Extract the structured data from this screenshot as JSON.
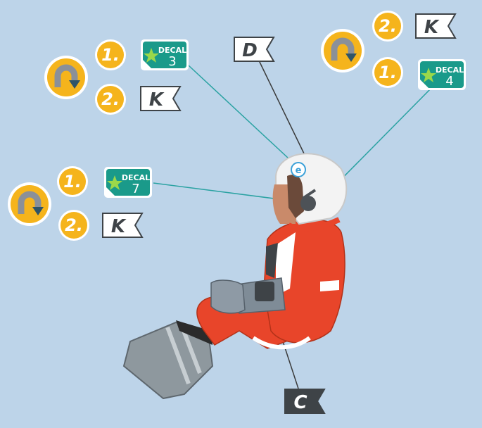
{
  "colors": {
    "background": "#bdd4e9",
    "step_circle": "#f5b41c",
    "step_ring": "#ffffff",
    "decal_badge": "#1a9a8a",
    "decal_star": "#9bd84a",
    "leader_teal": "#2aa2a2",
    "leader_dark": "#3a3a3a",
    "flag_light": "#ffffff",
    "flag_dark": "#3e4347",
    "suit_orange": "#e8452a",
    "glove_gray": "#7f8c97",
    "helmet_white": "#f3f3f3"
  },
  "flags": {
    "top": "D",
    "bottom": "C"
  },
  "groups": {
    "top_left": {
      "step1": "1.",
      "step2": "2.",
      "decal_word": "DECAL",
      "decal_num": "3",
      "flag": "K",
      "rotate_icon": "rotate-cw-icon"
    },
    "top_right": {
      "step1": "1.",
      "step2": "2.",
      "decal_word": "DECAL",
      "decal_num": "4",
      "flag": "K",
      "rotate_icon": "rotate-cw-icon"
    },
    "mid_left": {
      "step1": "1.",
      "step2": "2.",
      "decal_word": "DECAL",
      "decal_num": "7",
      "flag": "K",
      "rotate_icon": "rotate-cw-icon"
    }
  }
}
